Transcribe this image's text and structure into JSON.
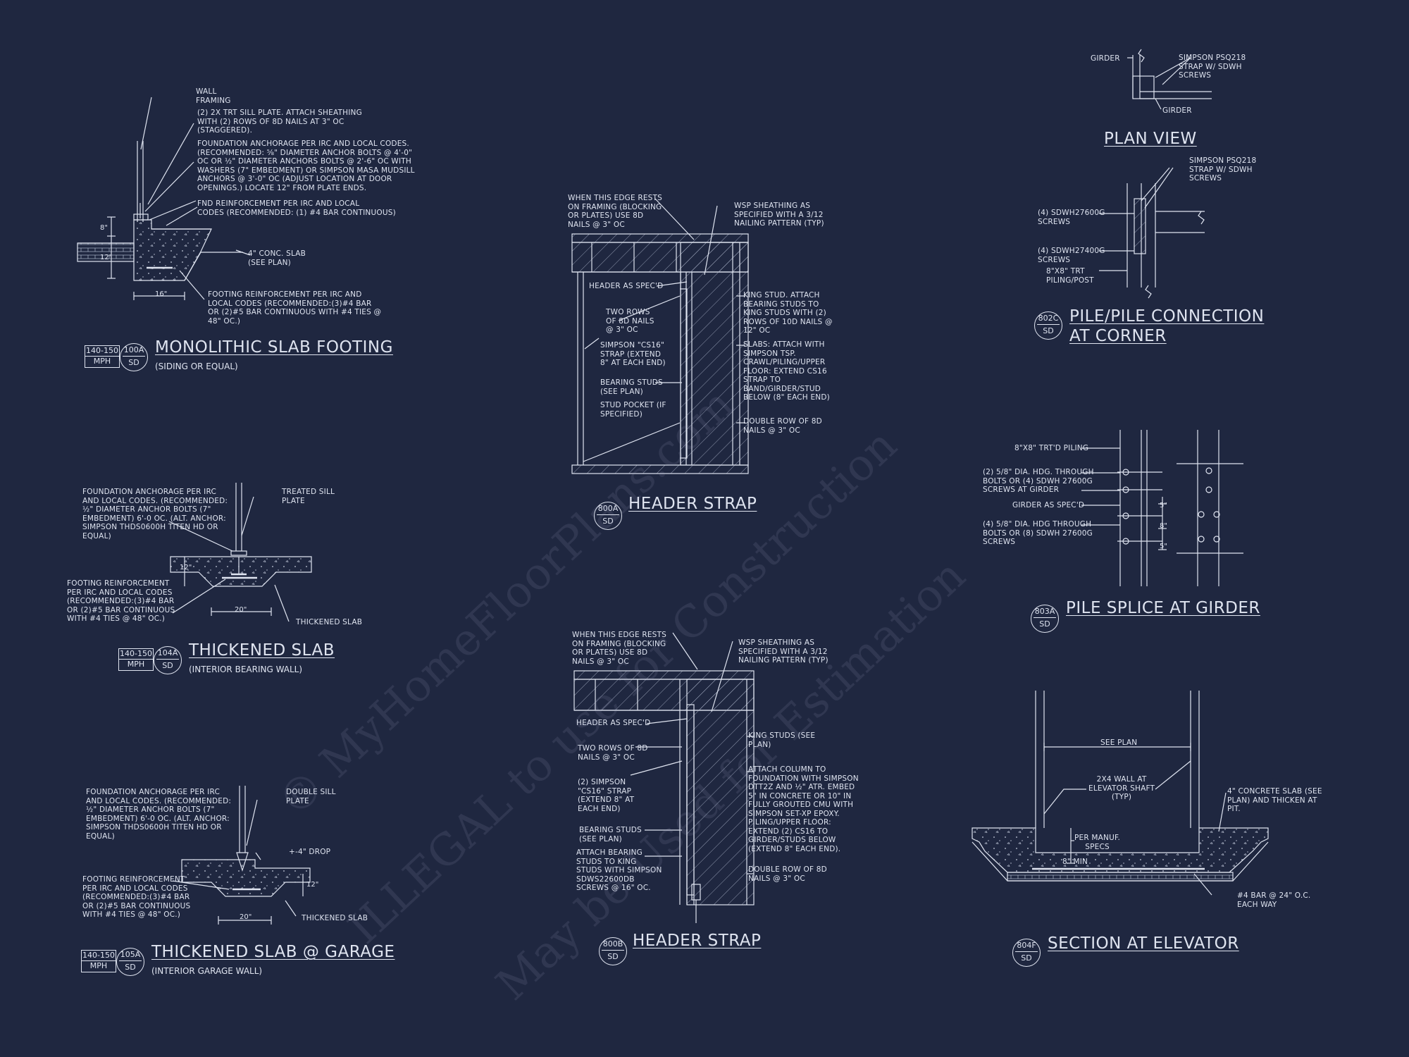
{
  "watermark": {
    "line1": "© MyHomeFloorPlans.com",
    "line2": "ILLEGAL to use for Construction",
    "line3": "May be Used for Estimation"
  },
  "details": {
    "mono": {
      "title": "MONOLITHIC SLAB FOOTING",
      "subtitle": "(SIDING OR EQUAL)",
      "mph_top": "140-150",
      "mph_bottom": "MPH",
      "num": "100A",
      "sheet": "SD",
      "notes": {
        "n1": "WALL\nFRAMING",
        "n2": "(2) 2X TRT SILL PLATE. ATTACH SHEATHING\nWITH (2) ROWS OF 8d NAILS AT 3\" OC\n(STAGGERED).",
        "n3": "FOUNDATION ANCHORAGE PER IRC AND LOCAL CODES.\n(RECOMMENDED: ⅝\" DIAMETER ANCHOR BOLTS @ 4'-0\"\nOC OR ½\" DIAMETER ANCHORS BOLTS @ 2'-6\" OC WITH\nWASHERS (7\" EMBEDMENT) OR SIMPSON MASA MUDSILL\nANCHORS @ 3'-0\" OC (ADJUST LOCATION AT DOOR\nOPENINGS.)  LOCATE 12\" FROM PLATE ENDS.",
        "n4": "FND REINFORCEMENT PER IRC AND LOCAL\nCODES (RECOMMENDED: (1) #4 BAR CONTINUOUS)",
        "n5": "4\" CONC. SLAB\n(SEE PLAN)",
        "n6": "FOOTING REINFORCEMENT PER IRC AND\nLOCAL CODES (RECOMMENDED:(3)#4 BAR\nOR (2)#5 BAR CONTINUOUS WITH #4 TIES @\n48\" OC.)"
      },
      "dims": {
        "d1": "8\"",
        "d2": "12\"",
        "d3": "16\""
      }
    },
    "thick": {
      "title": "THICKENED SLAB",
      "subtitle": "(INTERIOR BEARING WALL)",
      "mph_top": "140-150",
      "mph_bottom": "MPH",
      "num": "104A",
      "sheet": "SD",
      "notes": {
        "n1": "FOUNDATION ANCHORAGE PER IRC\nAND LOCAL CODES. (RECOMMENDED:\n½\" DIAMETER ANCHOR BOLTS (7\"\nEMBEDMENT) 6'-0 OC. (ALT. ANCHOR:\nSIMPSON THDS0600H TITEN HD OR\nEQUAL)",
        "n2": "TREATED SILL\nPLATE",
        "n3": "FOOTING REINFORCEMENT\nPER IRC AND LOCAL CODES\n(RECOMMENDED:(3)#4 BAR\nOR (2)#5 BAR CONTINUOUS\nWITH #4 TIES @ 48\" OC.)",
        "n4": "THICKENED SLAB"
      },
      "dims": {
        "d1": "12\"",
        "d2": "20\""
      }
    },
    "garage": {
      "title": "THICKENED SLAB @ GARAGE",
      "subtitle": "(INTERIOR GARAGE WALL)",
      "mph_top": "140-150",
      "mph_bottom": "MPH",
      "num": "105A",
      "sheet": "SD",
      "notes": {
        "n1": "FOUNDATION ANCHORAGE PER IRC\nAND LOCAL CODES. (RECOMMENDED:\n½\" DIAMETER ANCHOR BOLTS (7\"\nEMBEDMENT) 6'-0 OC. (ALT. ANCHOR:\nSIMPSON THDS0600H TITEN HD OR\nEQUAL)",
        "n2": "DOUBLE SILL\nPLATE",
        "n3": "+-4\" DROP",
        "n4": "FOOTING REINFORCEMENT\nPER IRC AND LOCAL CODES\n(RECOMMENDED:(3)#4 BAR\nOR (2)#5 BAR CONTINUOUS\nWITH #4 TIES @ 48\" OC.)",
        "n5": "THICKENED SLAB"
      },
      "dims": {
        "d1": "12\"",
        "d2": "20\""
      }
    },
    "hs1": {
      "title": "HEADER STRAP",
      "num": "800A",
      "sheet": "SD",
      "notes": {
        "n1": "WHEN THIS EDGE RESTS\nON FRAMING (BLOCKING\nOR PLATES) USE 8d\nNAILS @ 3\" OC",
        "n2": "WSP SHEATHING AS\nSPECIFIED WITH A  3/12\nNAILING PATTERN (TYP)",
        "n3": "HEADER AS SPEC'D",
        "n4": "TWO ROWS\nOF 8d NAILS\n@ 3\" OC",
        "n5": "SIMPSON \"CS16\"\nSTRAP (EXTEND\n8\" AT EACH END)",
        "n6": "BEARING STUDS\n(SEE PLAN)",
        "n7": "STUD POCKET (IF\nSPECIFIED)",
        "n8": "KING STUD. ATTACH\nBEARING  STUDS TO\nKING STUDS WITH (2)\nROWS OF 10d NAILS @\n12\" OC",
        "n9": "SLABS: ATTACH WITH\nSIMPSON TSP.\nCRAWL/PILING/UPPER\nFLOOR: EXTEND CS16\nSTRAP TO\nBAND/GIRDER/STUD\nBELOW (8\" EACH END)",
        "n10": "DOUBLE ROW OF 8d\nNAILS @ 3\" OC"
      }
    },
    "hs2": {
      "title": "HEADER STRAP",
      "num": "800B",
      "sheet": "SD",
      "notes": {
        "n1": "WHEN THIS EDGE RESTS\nON FRAMING (BLOCKING\nOR PLATES) USE 8d\nNAILS @ 3\" OC",
        "n2": "WSP SHEATHING AS\nSPECIFIED WITH A  3/12\nNAILING PATTERN (TYP)",
        "n3": "HEADER AS SPEC'D",
        "n4": "TWO ROWS OF 8d\nNAILS @ 3\" OC",
        "n5": "(2) SIMPSON\n\"CS16\" STRAP\n(EXTEND 8\" AT\nEACH END)",
        "n6": "BEARING STUDS\n(SEE PLAN)",
        "n7": "ATTACH BEARING\nSTUDS TO KING\nSTUDS WITH SIMPSON\nSDWS22600DB\nSCREWS @ 16\" OC.",
        "n8": "KING STUDS (SEE\nPLAN)",
        "n9": "ATTACH COLUMN TO\nFOUNDATION WITH SIMPSON\nDTT2Z AND ½\" ATR. EMBED\n5\" IN CONCRETE OR 10\" IN\nFULLY GROUTED CMU WITH\nSIMPSON SET-XP EPOXY.\nPILING/UPPER FLOOR:\nEXTEND (2) CS16 TO\nGIRDER/STUDS BELOW\n(EXTEND 8\" EACH END).",
        "n10": "DOUBLE ROW OF 8d\nNAILS @ 3\" OC"
      }
    },
    "plan": {
      "title": "PLAN VIEW",
      "notes": {
        "n1": "GIRDER",
        "n2": "SIMPSON PSQ218\nSTRAP W/ SDWH\nSCREWS",
        "n3": "GIRDER"
      }
    },
    "pile": {
      "title1": "PILE/PILE CONNECTION",
      "title2": "AT CORNER",
      "num": "802C",
      "sheet": "SD",
      "notes": {
        "n1": "SIMPSON PSQ218\nSTRAP W/ SDWH\nSCREWS",
        "n2": "(4) SDWH27600G\nSCREWS",
        "n3": "(4) SDWH27400G\nSCREWS",
        "n4": "8\"X8\" TRT\nPILING/POST"
      }
    },
    "splice": {
      "title": "PILE SPLICE AT GIRDER",
      "num": "803A",
      "sheet": "SD",
      "notes": {
        "n1": "8\"X8\" TRT'D PILING",
        "n2": "(2) 5/8\" DIA. HDG. THROUGH\nBOLTS OR (4) SDWH 27600G\nSCREWS AT GIRDER",
        "n3": "GIRDER AS SPEC'D",
        "n4": "(4) 5/8\" DIA. HDG THROUGH\nBOLTS OR (8) SDWH 27600G\nSCREWS"
      },
      "dims": {
        "d1": "5\"",
        "d2": "8\"",
        "d3": "5\""
      }
    },
    "elev": {
      "title": "SECTION AT ELEVATOR",
      "num": "804F",
      "sheet": "SD",
      "notes": {
        "n1": "SEE PLAN",
        "n2": "2x4 WALL AT\nELEVATOR SHAFT\n(TYP)",
        "n3": "4\" CONCRETE SLAB (SEE\nPLAN) AND THICKEN AT\nPIT.",
        "n4": "PER MANUF.\nSPECS",
        "n5": "8\" MIN",
        "n6": "#4 BAR @ 24\" O.C.\nEACH WAY"
      }
    }
  }
}
